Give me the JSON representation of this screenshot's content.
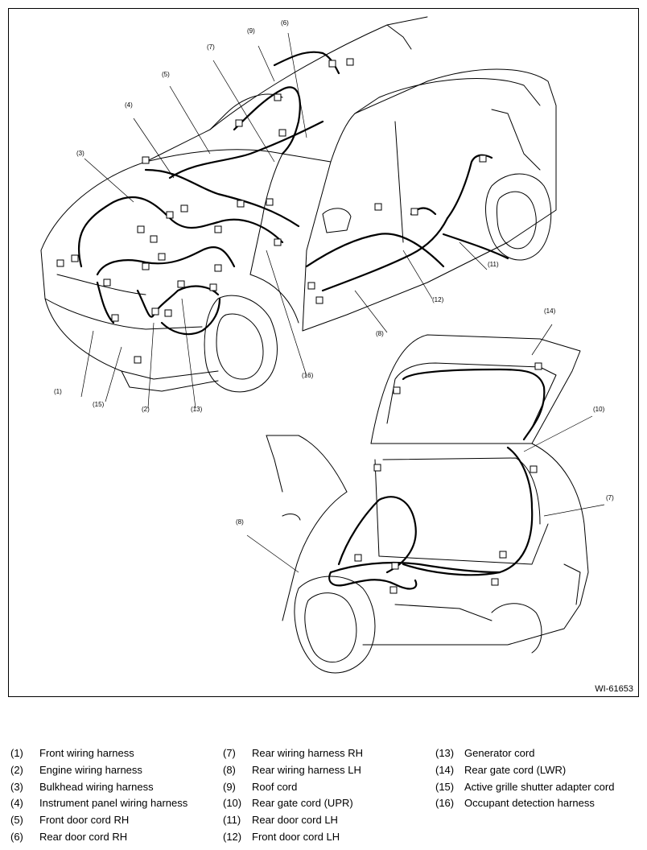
{
  "figure": {
    "id": "WI-61653",
    "callouts": [
      "(1)",
      "(2)",
      "(3)",
      "(4)",
      "(5)",
      "(6)",
      "(7)",
      "(8)",
      "(9)",
      "(10)",
      "(11)",
      "(12)",
      "(13)",
      "(14)",
      "(15)",
      "(16)"
    ]
  },
  "legend": [
    {
      "num": "(1)",
      "label": "Front wiring harness"
    },
    {
      "num": "(2)",
      "label": "Engine wiring harness"
    },
    {
      "num": "(3)",
      "label": "Bulkhead wiring harness"
    },
    {
      "num": "(4)",
      "label": "Instrument panel wiring harness"
    },
    {
      "num": "(5)",
      "label": "Front door cord RH"
    },
    {
      "num": "(6)",
      "label": "Rear door cord RH"
    },
    {
      "num": "(7)",
      "label": "Rear wiring harness RH"
    },
    {
      "num": "(8)",
      "label": "Rear wiring harness LH"
    },
    {
      "num": "(9)",
      "label": "Roof cord"
    },
    {
      "num": "(10)",
      "label": "Rear gate cord (UPR)"
    },
    {
      "num": "(11)",
      "label": "Rear door cord LH"
    },
    {
      "num": "(12)",
      "label": "Front door cord LH"
    },
    {
      "num": "(13)",
      "label": "Generator cord"
    },
    {
      "num": "(14)",
      "label": "Rear gate cord (LWR)"
    },
    {
      "num": "(15)",
      "label": "Active grille shutter adapter cord"
    },
    {
      "num": "(16)",
      "label": "Occupant detection harness"
    }
  ]
}
